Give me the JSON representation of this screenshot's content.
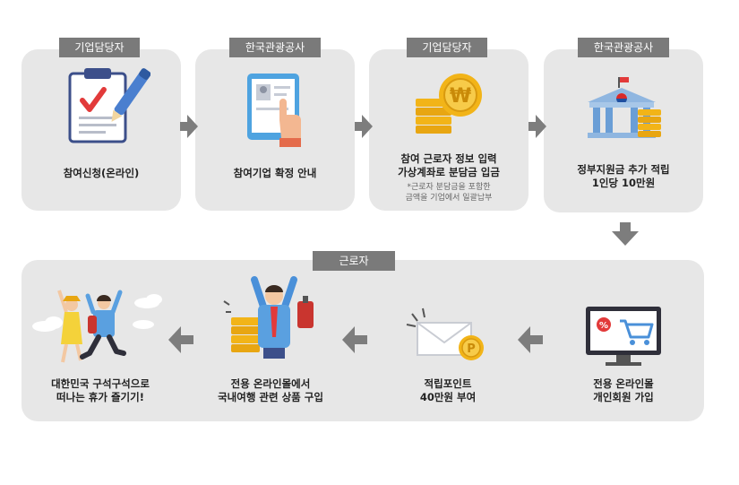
{
  "steps": [
    {
      "role": "기업담당자",
      "line1": "참여신청(온라인)",
      "line2": ""
    },
    {
      "role": "한국관광공사",
      "line1": "참여기업 확정 안내",
      "line2": ""
    },
    {
      "role": "기업담당자",
      "line1": "참여 근로자 정보 입력",
      "line2": "가상계좌로 분담금 입금",
      "note1": "*근로자 분담금을 포함한",
      "note2": "금액을 기업에서 일괄납부"
    },
    {
      "role": "한국관광공사",
      "line1": "정부지원금 추가 적립",
      "line2": "1인당 10만원"
    }
  ],
  "worker_section": {
    "role": "근로자",
    "steps": [
      {
        "line1": "전용 온라인몰",
        "line2": "개인회원 가입"
      },
      {
        "line1": "적립포인트",
        "line2": "40만원 부여"
      },
      {
        "line1": "전용 온라인몰에서",
        "line2": "국내여행 관련 상품 구입"
      },
      {
        "line1": "대한민국 구석구석으로",
        "line2": "떠나는 휴가 즐기기!"
      }
    ]
  },
  "icons": {
    "won_symbol": "₩",
    "point_symbol": "P",
    "discount_symbol": "%"
  },
  "colors": {
    "card": "#e7e7e7",
    "tag": "#7a7a7a",
    "arrow": "#7d7d7d",
    "accent_gold": "#f2b418",
    "accent_blue": "#4a90d9"
  }
}
